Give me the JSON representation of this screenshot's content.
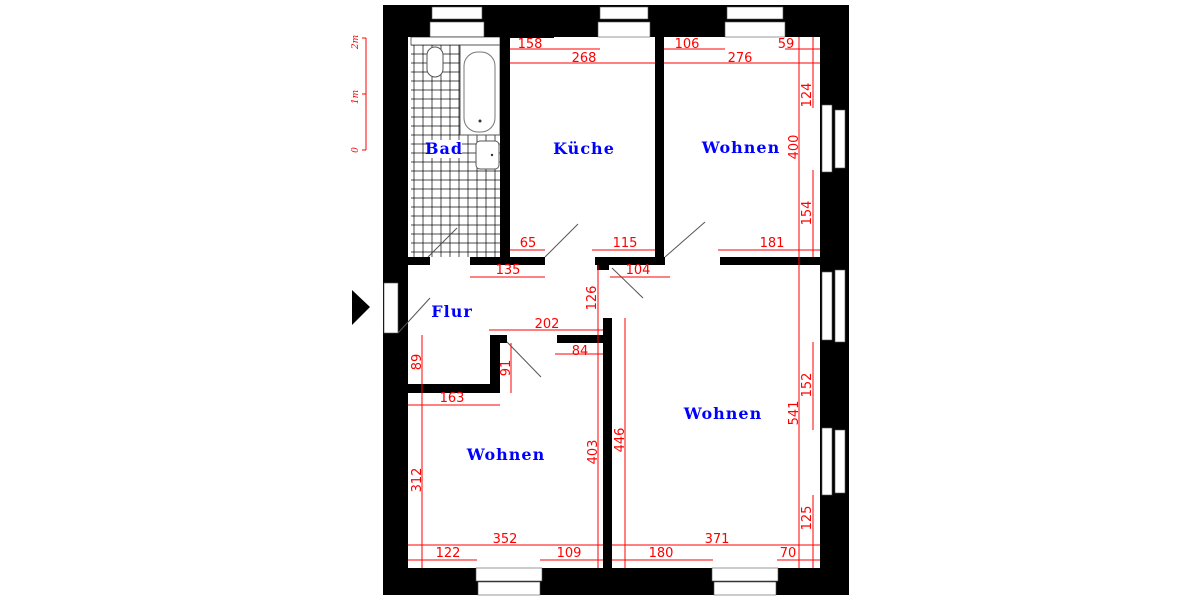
{
  "rooms": {
    "bad": "Bad",
    "kueche": "Küche",
    "wohnen_top_right": "Wohnen",
    "flur": "Flur",
    "wohnen_bottom_left": "Wohnen",
    "wohnen_bottom_right": "Wohnen"
  },
  "scale_bar": {
    "labels": [
      "2m",
      "1m",
      "0"
    ]
  },
  "dimensions": [
    "158",
    "268",
    "106",
    "59",
    "276",
    "124",
    "400",
    "154",
    "65",
    "115",
    "181",
    "135",
    "104",
    "126",
    "202",
    "84",
    "89",
    "91",
    "163",
    "312",
    "403",
    "446",
    "541",
    "152",
    "125",
    "352",
    "122",
    "109",
    "180",
    "371",
    "70"
  ],
  "colors": {
    "walls": "#000000",
    "dimensions": "#ff0000",
    "room_labels": "#0000ff"
  },
  "icons": {
    "entrance": "entrance-arrow-icon"
  }
}
